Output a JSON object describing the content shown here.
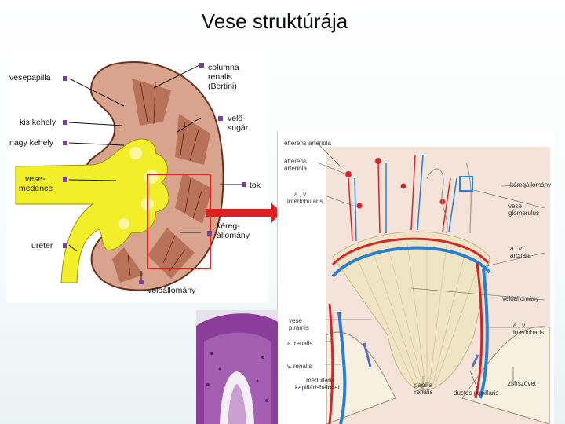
{
  "title": "Vese struktúrája",
  "left_labels": {
    "vesepapilla": "vesepapilla",
    "kis_kehely": "kis kehely",
    "nagy_kehely": "nagy kehely",
    "vesemedence_1": "vese-",
    "vesemedence_2": "medence",
    "ureter": "ureter",
    "columna_1": "columna",
    "columna_2": "renalis",
    "columna_3": "(Bertini)",
    "velosugar_1": "velő-",
    "velosugar_2": "sugár",
    "tok": "tok",
    "keregallomany_1": "kéreg-",
    "keregallomany_2": "állomány",
    "veloallomany": "velőállomány"
  },
  "right_labels": {
    "efferens": "efferens  arteriola",
    "afferens_1": "afferens",
    "afferens_2": "arteriola",
    "keregallomany": "kéregállomány",
    "interlobularis_1": "a., v.",
    "interlobularis_2": "interlobularis",
    "vese_glomerulus_1": "vese",
    "vese_glomerulus_2": "glomerulus",
    "arcuata_1": "a., v.",
    "arcuata_2": "arcuata",
    "veloallomany": "velőállomány",
    "vese_piramis_1": "vese",
    "vese_piramis_2": "piramis",
    "interlobaris_1": "a., v.",
    "interlobaris_2": "interlobaris",
    "a_renalis": "a. renalis",
    "v_renalis": "v. renalis",
    "medullaris_1": "medulláris",
    "medullaris_2": "kapillárishálózat",
    "papilla_1": "papilla",
    "papilla_2": "renalis",
    "ductus": "ductus papillaris",
    "zsirszovet": "zsírszövet"
  },
  "colors": {
    "cortex": "#d9a48e",
    "pelvis": "#f2ee2a",
    "marker": "#7a3f98",
    "highlight_box": "#e02020",
    "arrow": "#e02020",
    "artery": "#d8232a",
    "vein": "#2a7fd4",
    "pyramid": "#efe4c4",
    "histology": "#8a3d9a"
  }
}
